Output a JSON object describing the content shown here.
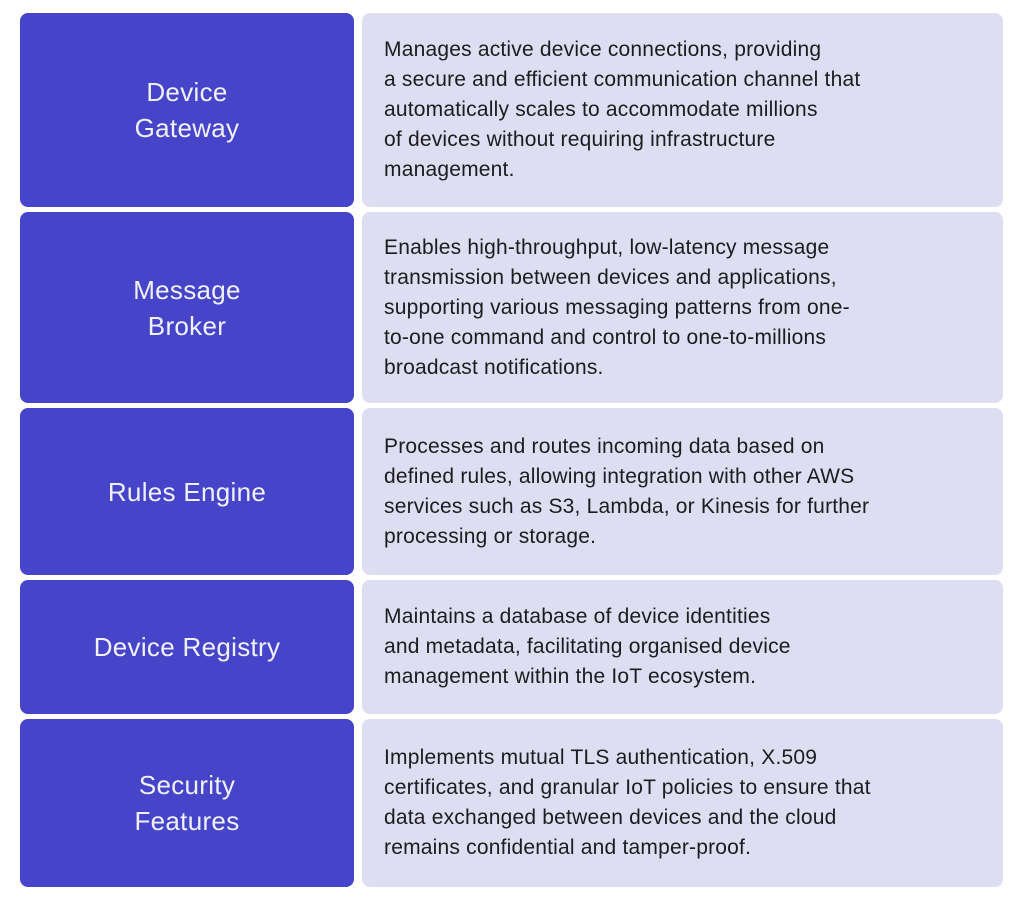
{
  "colors": {
    "page_background": "#ffffff",
    "label_background": "#4644C8",
    "label_text": "#F1F1F8",
    "description_background": "#DEDEF2",
    "description_text": "#1C1C1F"
  },
  "table": {
    "rows": [
      {
        "label": "Device\nGateway",
        "description": "Manages active device connections, providing\na secure and efficient communication channel that\nautomatically scales to accommodate millions\nof devices without requiring infrastructure\nmanagement."
      },
      {
        "label": "Message\nBroker",
        "description": "Enables high-throughput, low-latency message\ntransmission between devices and applications,\nsupporting various messaging patterns from one-\nto-one command and control to one-to-millions\nbroadcast notifications."
      },
      {
        "label": "Rules Engine",
        "description": "Processes and routes incoming data based on\ndefined rules, allowing integration with other AWS\nservices such as S3, Lambda, or Kinesis for further\nprocessing or storage."
      },
      {
        "label": "Device Registry",
        "description": "Maintains a database of device identities\nand metadata, facilitating organised device\nmanagement within the IoT ecosystem."
      },
      {
        "label": "Security\nFeatures",
        "description": "Implements mutual TLS authentication, X.509\ncertificates, and granular IoT policies to ensure that\ndata exchanged between devices and the cloud\nremains confidential and tamper-proof."
      }
    ]
  }
}
